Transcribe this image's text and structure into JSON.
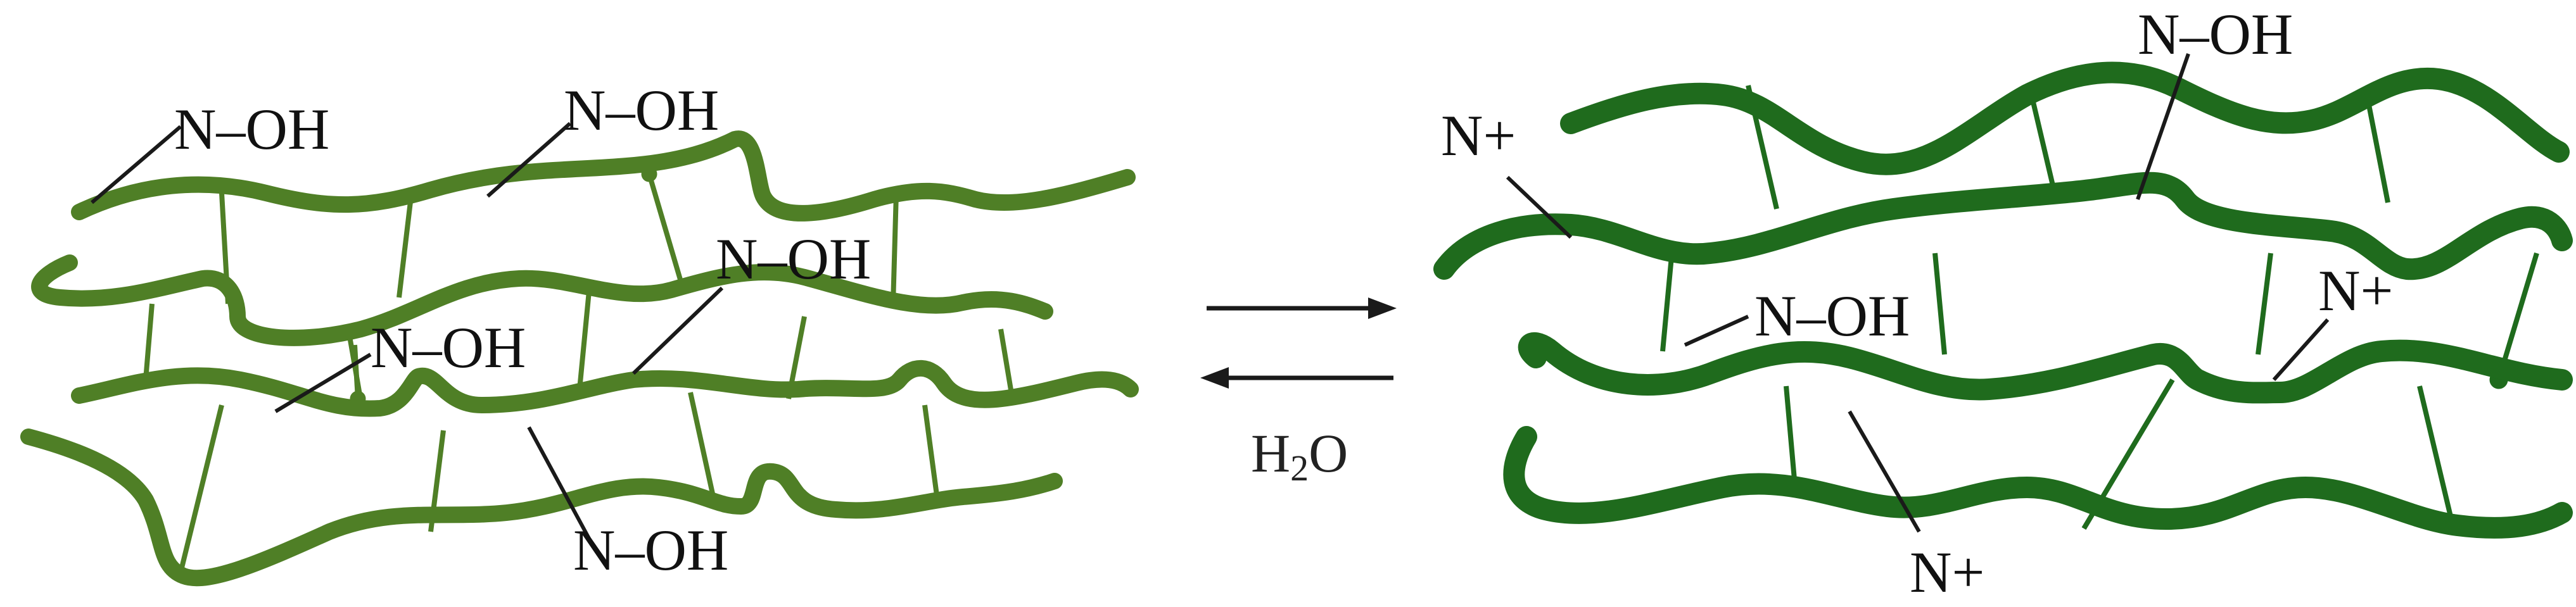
{
  "colors": {
    "left_network": "#4f7f26",
    "right_network": "#1f6b1d",
    "text": "#111111"
  },
  "left_network": {
    "labels": [
      "N–OH",
      "N–OH",
      "N–OH",
      "N–OH",
      "N–OH"
    ]
  },
  "right_network": {
    "labels": [
      "N–OH",
      "N+",
      "N–OH",
      "N+",
      "N+"
    ]
  },
  "equilibrium": {
    "forward_arrow": "arrow-right-icon",
    "reverse_arrow": "arrow-left-icon",
    "condition_main": "H",
    "condition_sub": "2",
    "condition_end": "O"
  }
}
